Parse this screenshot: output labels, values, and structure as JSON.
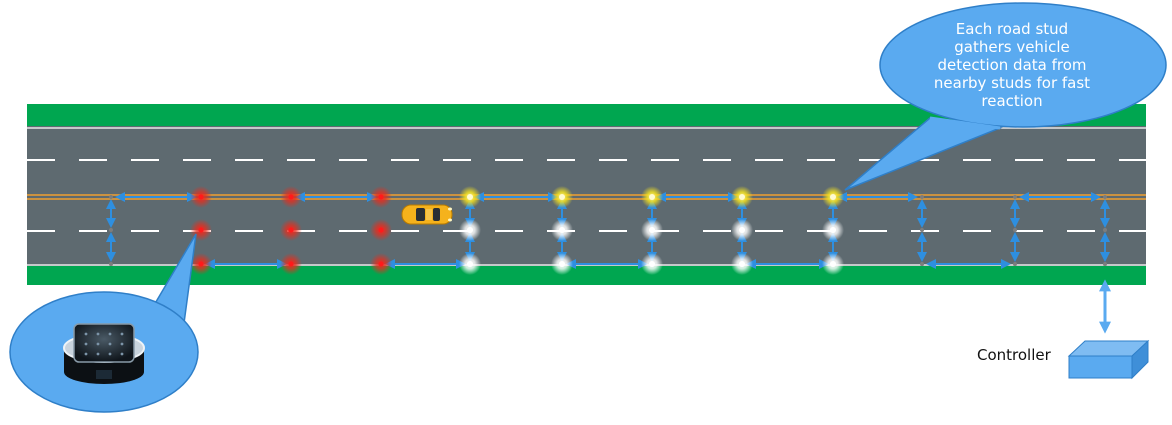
{
  "callout": {
    "lines": [
      "Each road stud",
      "gathers vehicle",
      "detection data from",
      "nearby studs for fast",
      "reaction"
    ]
  },
  "controller": {
    "label": "Controller"
  },
  "colors": {
    "grass": "#00a650",
    "road": "#5e6a70",
    "lane_marking": "#ffffff",
    "center_line": "#f0a030",
    "arrow": "#2e8fe0",
    "callout_fill": "#5aaaf0",
    "callout_stroke": "#2f7fc8",
    "stud_red": "#e02020",
    "stud_yellow": "#f2e020",
    "stud_white": "#ffffff",
    "car": "#f5b21c",
    "controller_box": "#5aaaf0"
  },
  "stud_columns": [
    {
      "state": "off"
    },
    {
      "state": "red"
    },
    {
      "state": "red"
    },
    {
      "state": "red"
    },
    {
      "state": "yellow-white"
    },
    {
      "state": "yellow-white"
    },
    {
      "state": "yellow-white"
    },
    {
      "state": "yellow-white"
    },
    {
      "state": "yellow-white"
    },
    {
      "state": "off"
    },
    {
      "state": "off"
    },
    {
      "state": "off"
    }
  ],
  "icons": {
    "vehicle": "car-icon",
    "stud_photo": "solar-road-stud-icon",
    "controller": "controller-box-icon"
  }
}
